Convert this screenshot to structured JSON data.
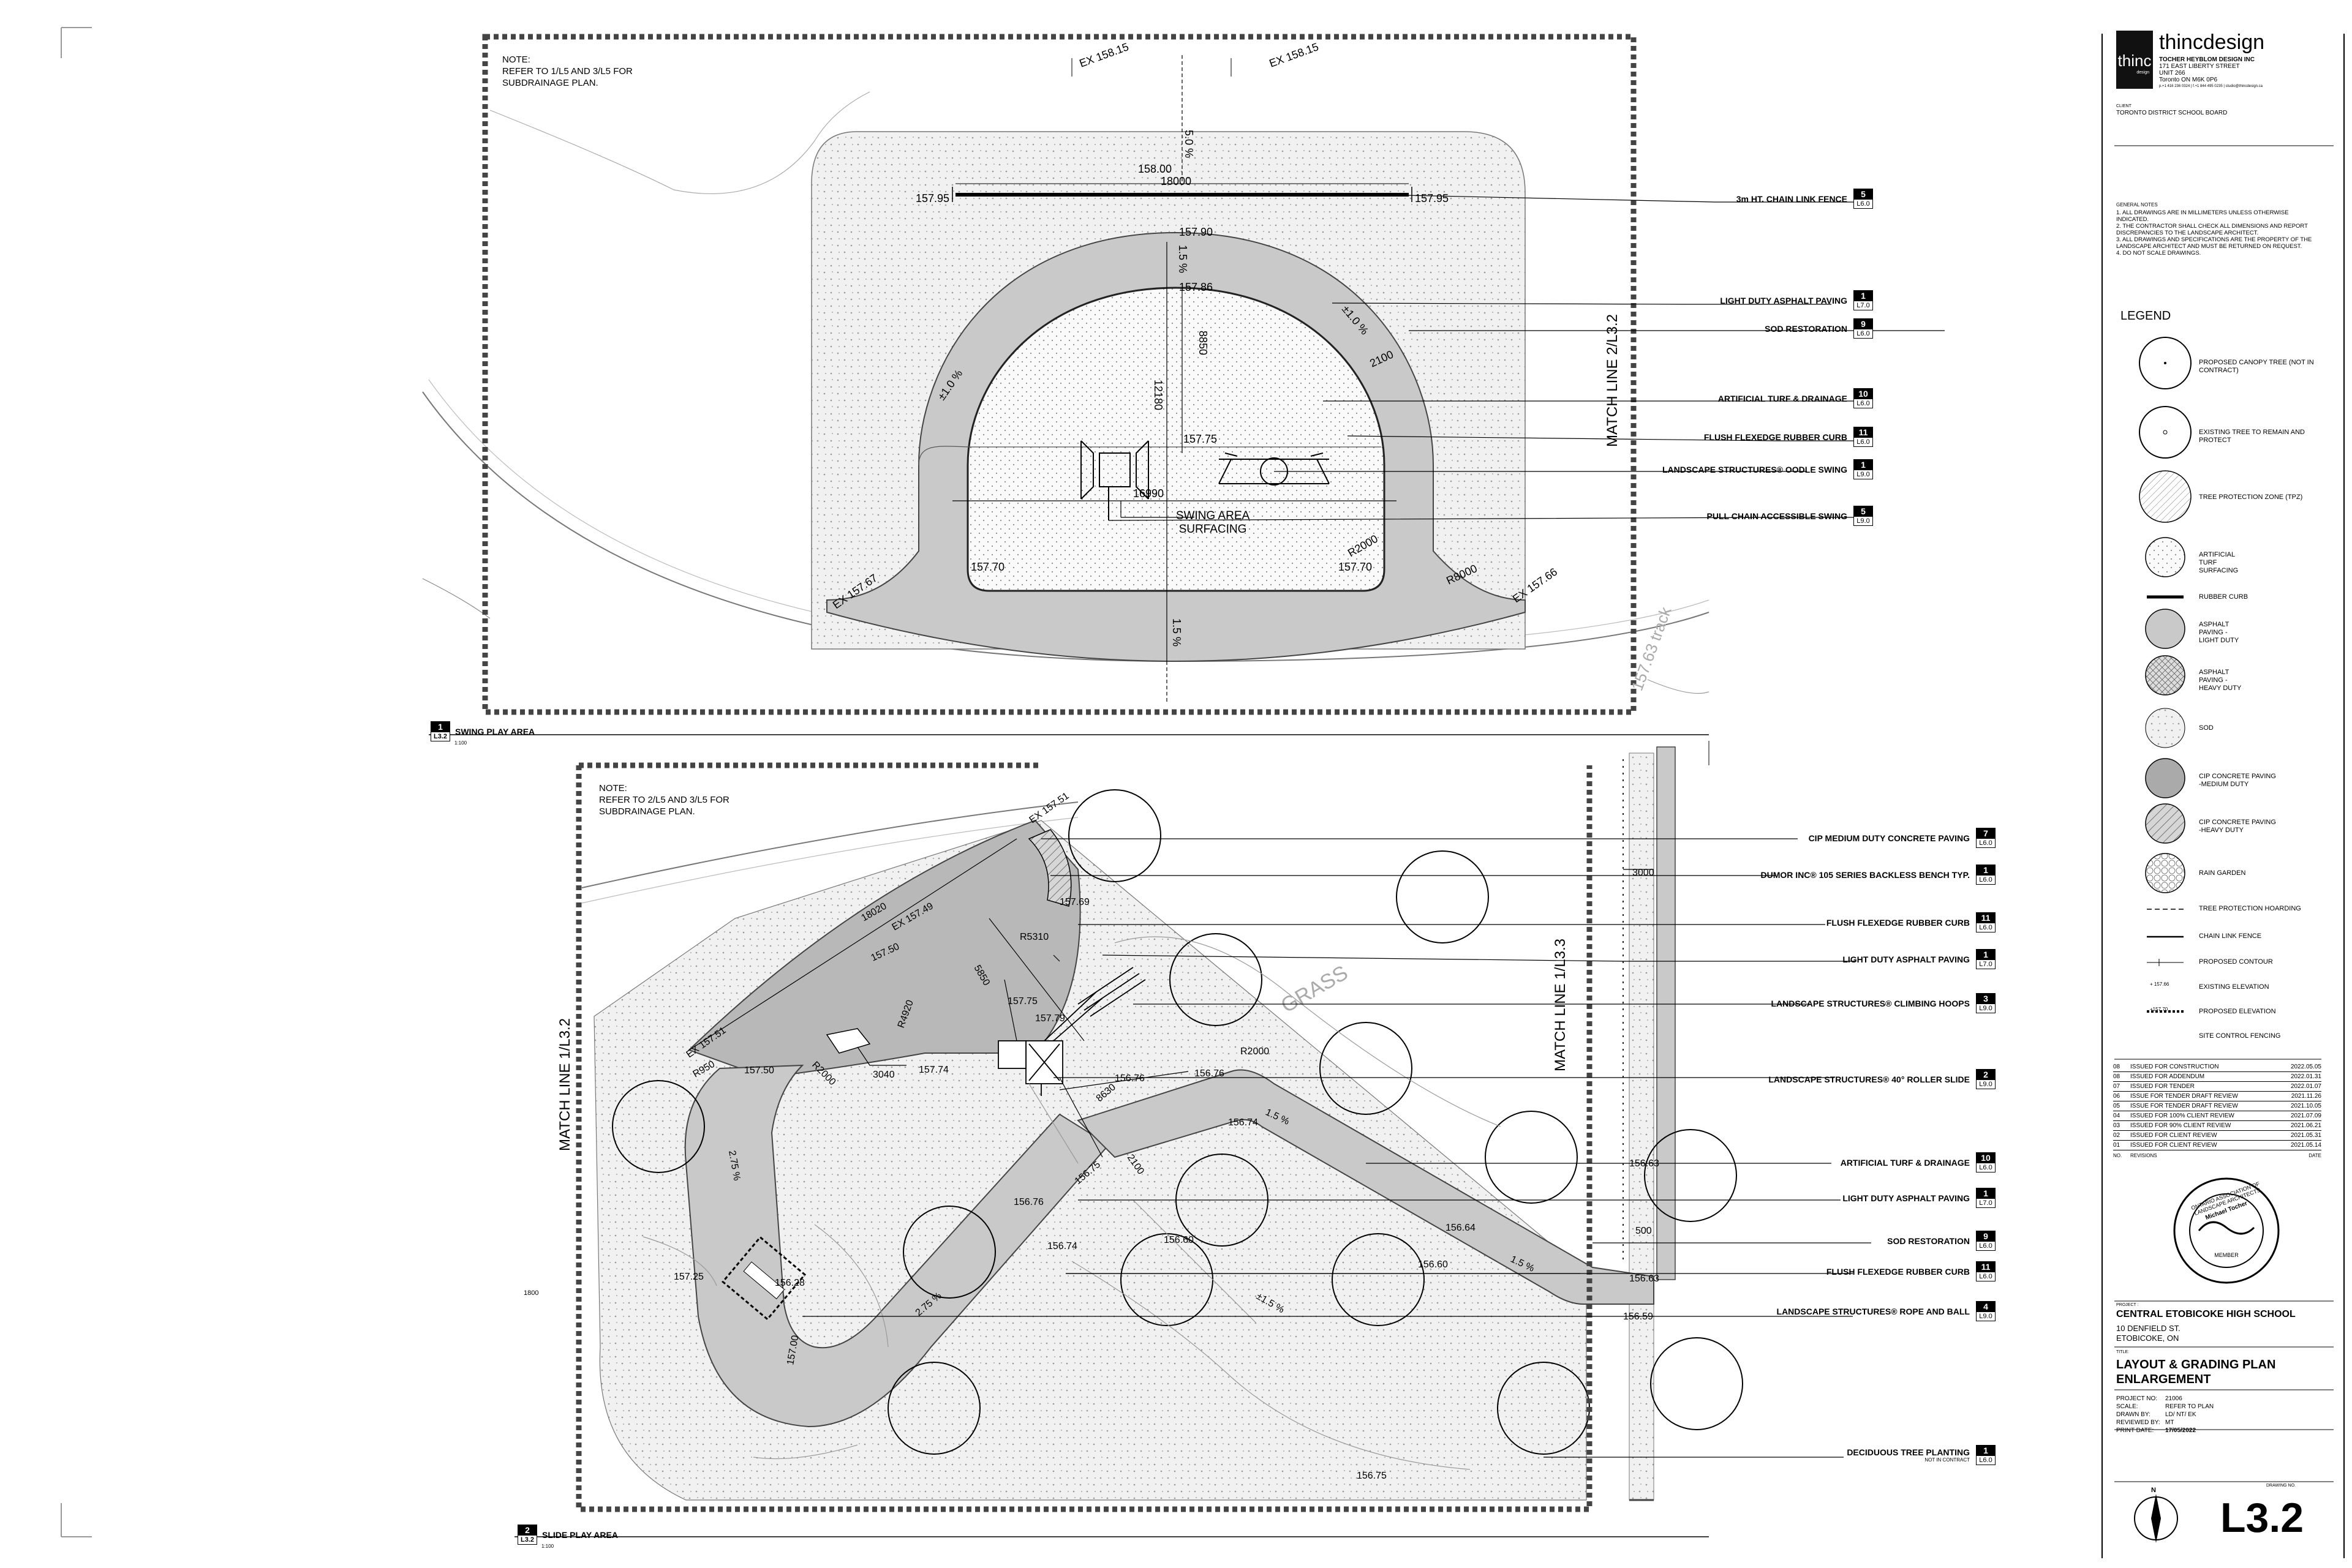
{
  "plan1": {
    "note": "NOTE:\nREFER TO 1/L5 AND 3/L5 FOR\nSUBDRAINAGE PLAN.",
    "title_number": "1",
    "title_sheet": "L3.2",
    "title": "SWING PLAY AREA",
    "scale": "1:100",
    "match_line": "MATCH LINE 2/L3.2",
    "labels": {
      "swing_area": "SWING AREA",
      "surfacing": "SURFACING",
      "ex1": "EX 158.15",
      "ex2": "EX 158.15",
      "e158": "158.00",
      "d18000": "18000",
      "e15795a": "157.95",
      "e15795b": "157.95",
      "slope5": "5.0 %",
      "e15790": "157.90",
      "slope15a": "1.5 %",
      "e15786": "157.86",
      "slope10a": "±1.0 %",
      "slope10b": "±1.0 %",
      "d2100": "2100",
      "d8850": "8850",
      "d12180": "12180",
      "e15775": "157.75",
      "d16990": "16990",
      "r2000": "R2000",
      "r8000": "R8000",
      "e15770a": "157.70",
      "e15770b": "157.70",
      "ex15767": "EX 157.67",
      "ex15766": "EX 157.66",
      "slope15b": "1.5 %",
      "track": "157.63 track"
    }
  },
  "plan2": {
    "note": "NOTE:\nREFER TO 2/L5 AND 3/L5 FOR\nSUBDRAINAGE PLAN.",
    "title_number": "2",
    "title_sheet": "L3.2",
    "title": "SLIDE PLAY AREA",
    "scale": "1:100",
    "match_line_left": "MATCH LINE 1/L3.2",
    "match_line_right": "MATCH LINE 1/L3.3",
    "labels": {
      "ex15751a": "EX 157.51",
      "d18020": "18020",
      "ex15749": "EX 157.49",
      "e15769": "157.69",
      "e15750a": "157.50",
      "r5310": "R5310",
      "d5850": "5850",
      "e15775": "157.75",
      "e15779": "157.79",
      "ex15751b": "EX 157.51",
      "r950": "R950",
      "e15750b": "157.50",
      "r2000a": "R2000",
      "r4920": "R4920",
      "d3040": "3040",
      "e15774": "157.74",
      "r2000b": "R2000",
      "e15676a": "156.76",
      "e15676b": "156.76",
      "e15674a": "156.74",
      "slope15a": "1.5 %",
      "slope275a": "2.75 %",
      "d2100": "2100",
      "e15676c": "156.76",
      "e15675": "156.75",
      "e15660a": "156.60",
      "e15664": "156.64",
      "e15660b": "156.60",
      "e15674b": "156.74",
      "slope15b": "1.5 %",
      "e15725": "157.25",
      "e15628": "156.28",
      "e15700": "157.00",
      "slope275b": "2.75 %",
      "d8630": "8630",
      "slope15c": "±1.5 %",
      "e15663a": "156.63",
      "e15663b": "156.63",
      "e15659": "156.59",
      "d500": "500",
      "d3000": "3000",
      "e15675b": "156.75",
      "d1800": "1800",
      "grass": "GRASS"
    }
  },
  "callouts_top": [
    {
      "text": "3m HT. CHAIN LINK FENCE",
      "num": "5",
      "sheet": "L6.0"
    },
    {
      "text": "LIGHT DUTY ASPHALT PAVING",
      "num": "1",
      "sheet": "L7.0"
    },
    {
      "text": "SOD RESTORATION",
      "num": "9",
      "sheet": "L6.0"
    },
    {
      "text": "ARTIFICIAL TURF & DRAINAGE",
      "num": "10",
      "sheet": "L6.0"
    },
    {
      "text": "FLUSH FLEXEDGE RUBBER CURB",
      "num": "11",
      "sheet": "L6.0"
    },
    {
      "text": "LANDSCAPE STRUCTURES® OODLE SWING",
      "num": "1",
      "sheet": "L9.0"
    },
    {
      "text": "PULL CHAIN ACCESSIBLE SWING",
      "num": "5",
      "sheet": "L9.0"
    }
  ],
  "callouts_bottom": [
    {
      "text": "CIP MEDIUM DUTY CONCRETE PAVING",
      "num": "7",
      "sheet": "L6.0"
    },
    {
      "text": "DUMOR INC® 105 SERIES BACKLESS BENCH TYP.",
      "num": "1",
      "sheet": "L6.0"
    },
    {
      "text": "FLUSH FLEXEDGE RUBBER CURB",
      "num": "11",
      "sheet": "L6.0"
    },
    {
      "text": "LIGHT DUTY ASPHALT PAVING",
      "num": "1",
      "sheet": "L7.0"
    },
    {
      "text": "LANDSCAPE STRUCTURES® CLIMBING HOOPS",
      "num": "3",
      "sheet": "L9.0"
    },
    {
      "text": "LANDSCAPE STRUCTURES® 40° ROLLER SLIDE",
      "num": "2",
      "sheet": "L9.0"
    },
    {
      "text": "ARTIFICIAL TURF & DRAINAGE",
      "num": "10",
      "sheet": "L6.0"
    },
    {
      "text": "LIGHT DUTY ASPHALT PAVING",
      "num": "1",
      "sheet": "L7.0"
    },
    {
      "text": "SOD RESTORATION",
      "num": "9",
      "sheet": "L6.0"
    },
    {
      "text": "FLUSH FLEXEDGE RUBBER CURB",
      "num": "11",
      "sheet": "L6.0"
    },
    {
      "text": "LANDSCAPE STRUCTURES® ROPE AND BALL",
      "num": "4",
      "sheet": "L9.0"
    },
    {
      "text": "DECIDUOUS TREE PLANTING",
      "num": "1",
      "sheet": "L6.0",
      "sub": "NOT IN CONTRACT"
    }
  ],
  "titleblock": {
    "logo_text": "thinc",
    "logo_sub": "design",
    "firm": "thincdesign",
    "firm_line1": "TOCHER HEYBLOM DESIGN INC",
    "firm_line2": "171 EAST LIBERTY STREET",
    "firm_line3": "UNIT 266",
    "firm_line4": "Toronto ON M6K 0P6",
    "firm_line5": "p.+1 416 236 0324 | f.+1 844 495 0235 | studio@thincdesign.ca",
    "client_label": "CLIENT",
    "client": "TORONTO DISTRICT SCHOOL BOARD",
    "general_notes_label": "GENERAL NOTES",
    "general_notes": [
      "1.   ALL DRAWINGS ARE IN MILLIMETERS UNLESS OTHERWISE INDICATED.",
      "2.   THE CONTRACTOR SHALL CHECK ALL DIMENSIONS AND REPORT DISCREPANCIES TO THE LANDSCAPE ARCHITECT.",
      "3.   ALL DRAWINGS AND SPECIFICATIONS ARE THE PROPERTY OF THE LANDSCAPE ARCHITECT AND MUST BE RETURNED ON REQUEST.",
      "4.   DO NOT SCALE DRAWINGS."
    ],
    "legend_label": "LEGEND",
    "legend": [
      "PROPOSED CANOPY TREE (NOT IN CONTRACT)",
      "EXISTING TREE TO REMAIN AND PROTECT",
      "TREE PROTECTION ZONE (TPZ)",
      "ARTIFICIAL TURF SURFACING",
      "RUBBER CURB",
      "ASPHALT PAVING - LIGHT DUTY",
      "ASPHALT PAVING - HEAVY DUTY",
      "SOD",
      "CIP CONCRETE PAVING -MEDIUM DUTY",
      "CIP CONCRETE PAVING -HEAVY DUTY",
      "RAIN GARDEN",
      "TREE  PROTECTION HOARDING",
      "CHAIN LINK FENCE",
      "PROPOSED CONTOUR",
      "EXISTING ELEVATION",
      "PROPOSED ELEVATION",
      "SITE CONTROL FENCING"
    ],
    "legend_elev_ex": "+ 157.66",
    "legend_elev_pr": "+157.70",
    "revisions": [
      {
        "no": "08",
        "desc": "ISSUED FOR CONSTRUCTION",
        "date": "2022.05.05"
      },
      {
        "no": "08",
        "desc": "ISSUED FOR ADDENDUM",
        "date": "2022.01.31"
      },
      {
        "no": "07",
        "desc": "ISSUED FOR TENDER",
        "date": "2022.01.07"
      },
      {
        "no": "06",
        "desc": "ISSUE FOR TENDER DRAFT REVIEW",
        "date": "2021.11.26"
      },
      {
        "no": "05",
        "desc": "ISSUE FOR TENDER DRAFT REVIEW",
        "date": "2021.10.05"
      },
      {
        "no": "04",
        "desc": "ISSUED FOR 100% CLIENT REVIEW",
        "date": "2021.07.09"
      },
      {
        "no": "03",
        "desc": "ISSUED FOR 90% CLIENT REVIEW",
        "date": "2021.06.21"
      },
      {
        "no": "02",
        "desc": "ISSUED FOR CLIENT REVIEW",
        "date": "2021.05.31"
      },
      {
        "no": "01",
        "desc": "ISSUED FOR CLIENT REVIEW",
        "date": "2021.05.14"
      }
    ],
    "rev_no_label": "NO.",
    "rev_label": "REVISIONS",
    "rev_date_label": "DATE",
    "seal_text": "ONTARIO ASSOCIATION OF LANDSCAPE ARCHITECTS",
    "seal_name": "Michael Tocher",
    "seal_status": "MEMBER",
    "project_label": "PROJECT :",
    "project": "CENTRAL ETOBICOKE HIGH SCHOOL",
    "address1": "10 DENFIELD ST.",
    "address2": "ETOBICOKE, ON",
    "title_label": "TITLE:",
    "title1": "LAYOUT & GRADING PLAN",
    "title2": "ENLARGEMENT",
    "info": [
      {
        "k": "PROJECT NO:",
        "v": "21006"
      },
      {
        "k": "SCALE:",
        "v": "REFER TO PLAN"
      },
      {
        "k": "DRAWN BY:",
        "v": "LD/ NT/ EK"
      },
      {
        "k": "REVIEWED BY:",
        "v": "MT"
      },
      {
        "k": "PRINT DATE:",
        "v": "17/05/2022"
      }
    ],
    "drawing_no_label": "DRAWING NO.",
    "north": "N",
    "sheet": "L3.2"
  }
}
